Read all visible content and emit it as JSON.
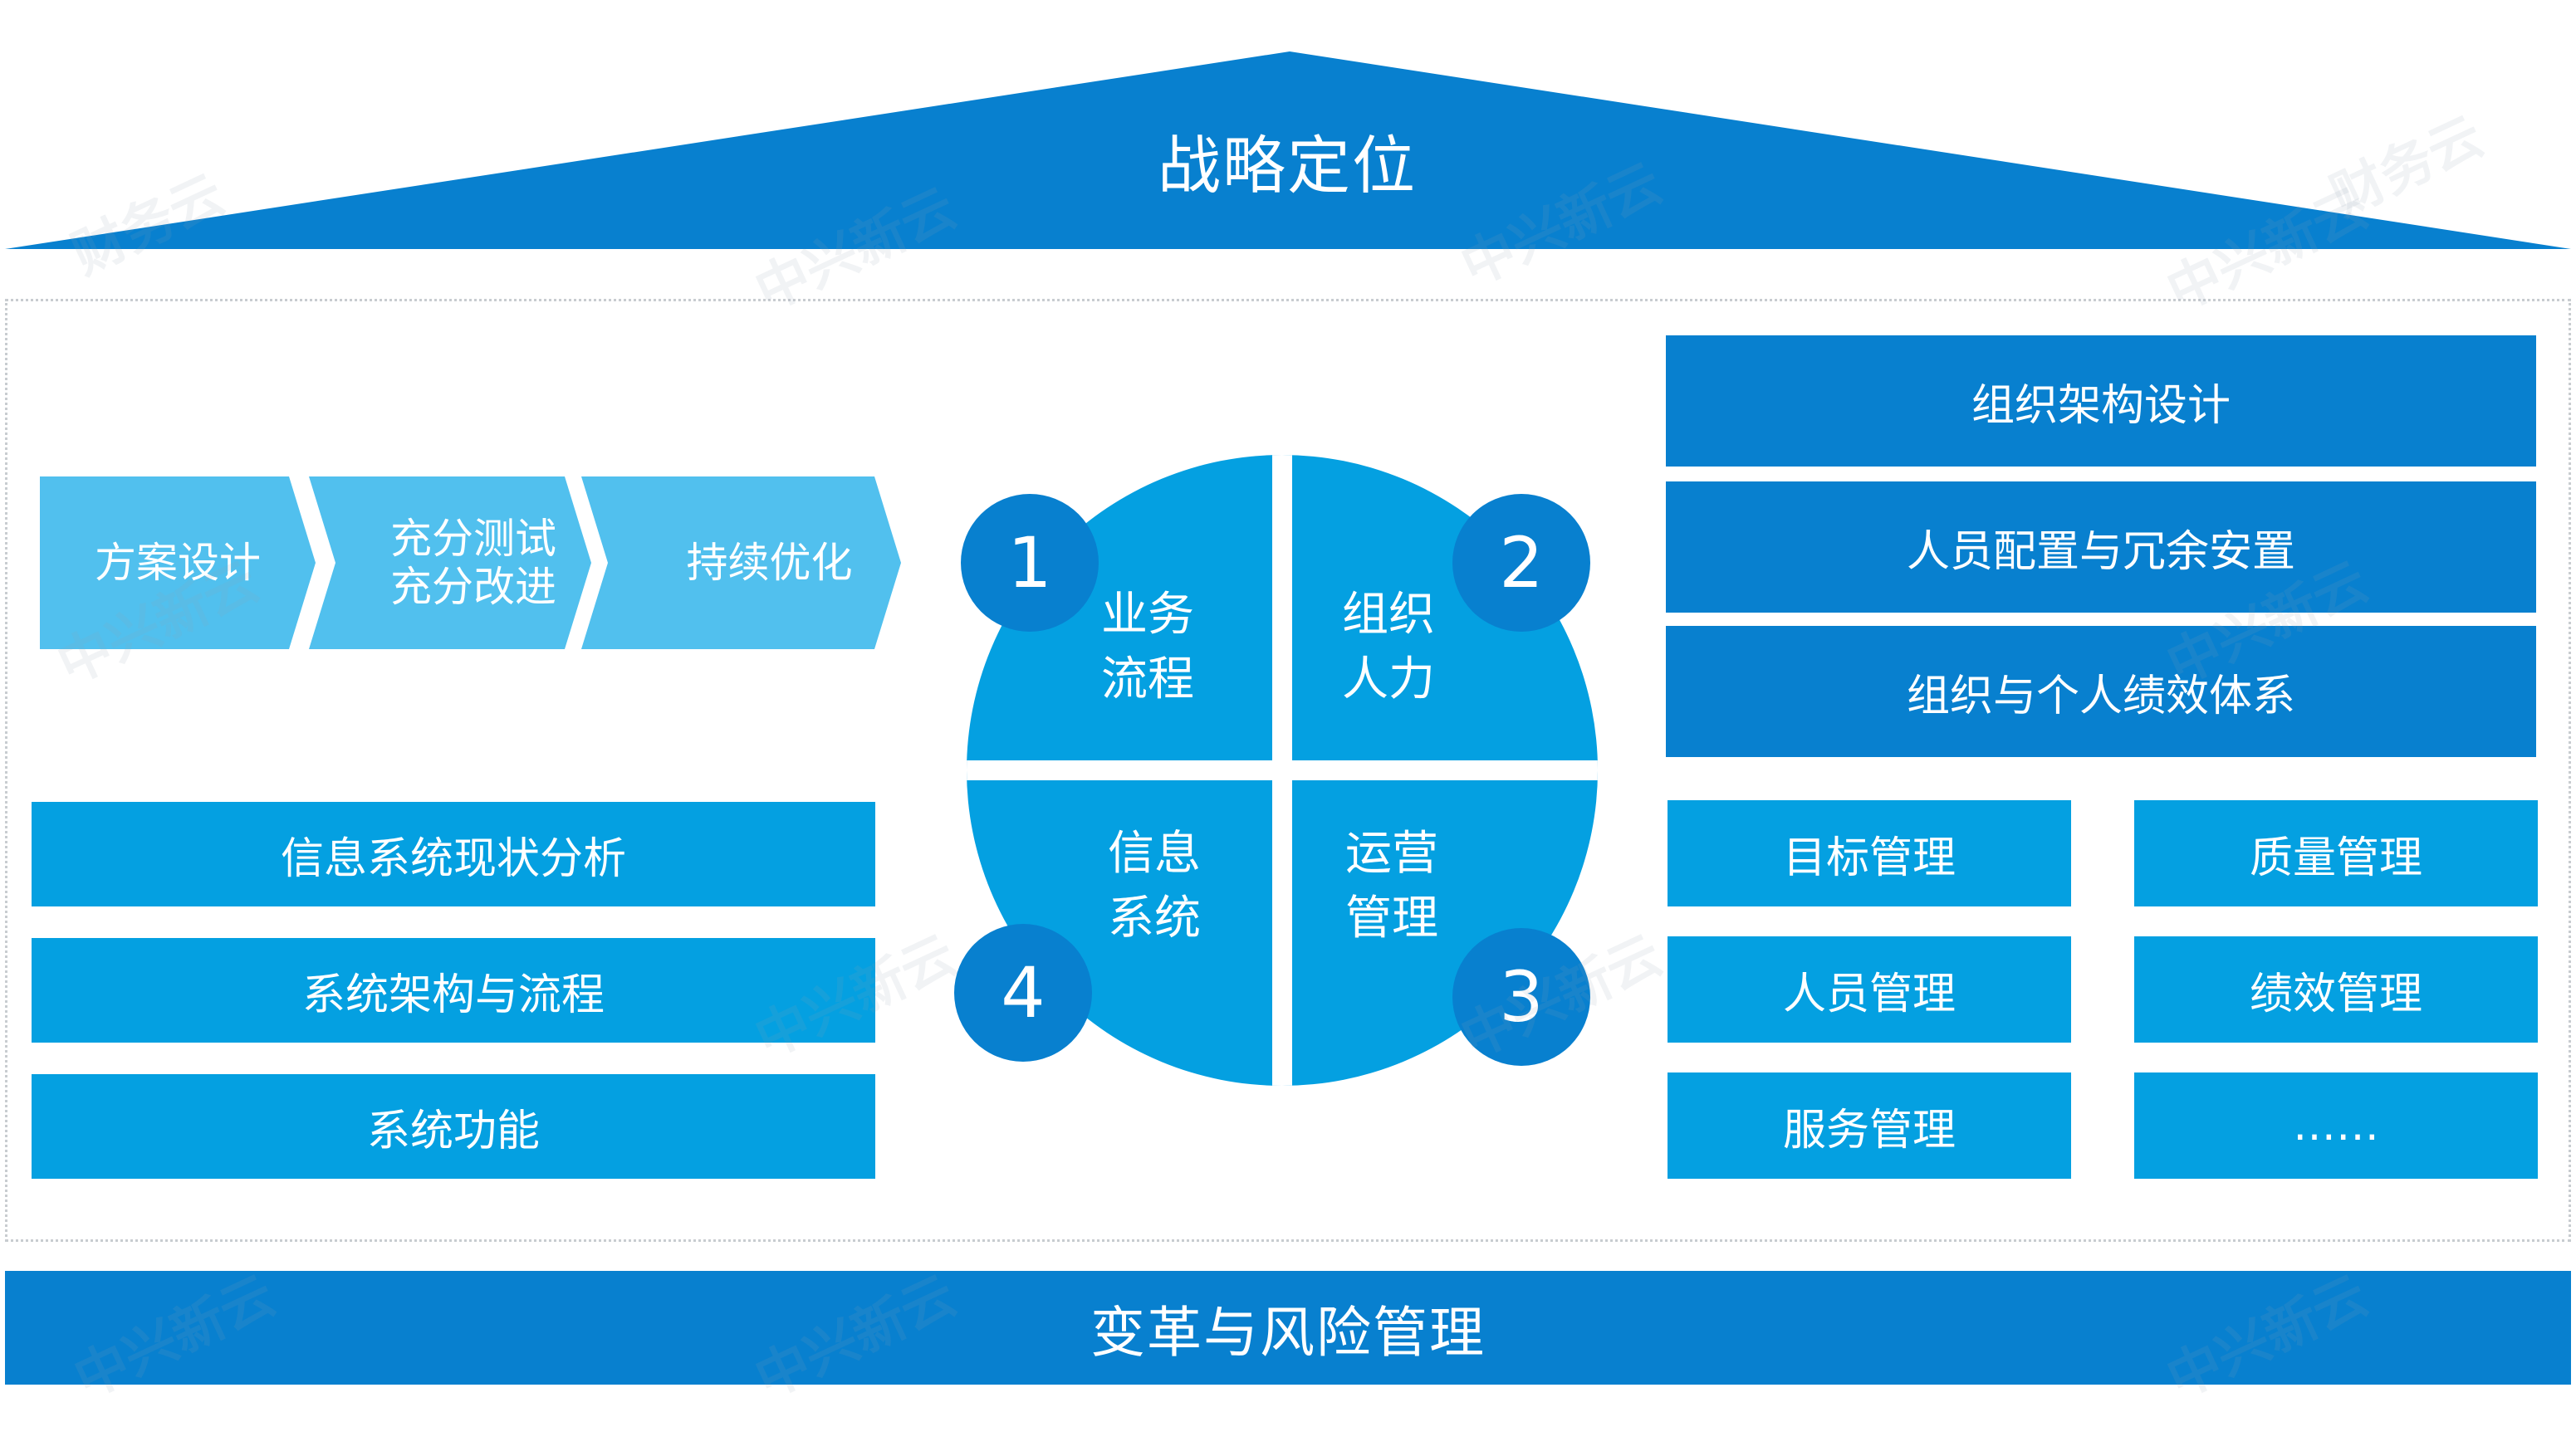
{
  "roof": {
    "title": "战略定位"
  },
  "process_arrows": [
    {
      "line1": "方案设计",
      "line2": ""
    },
    {
      "line1": "充分测试",
      "line2": "充分改进"
    },
    {
      "line1": "持续优化",
      "line2": ""
    }
  ],
  "left_boxes": [
    "信息系统现状分析",
    "系统架构与流程",
    "系统功能"
  ],
  "wheel": {
    "quadrants": [
      {
        "number": "1",
        "line1": "业务",
        "line2": "流程"
      },
      {
        "number": "2",
        "line1": "组织",
        "line2": "人力"
      },
      {
        "number": "3",
        "line1": "运营",
        "line2": "管理"
      },
      {
        "number": "4",
        "line1": "信息",
        "line2": "系统"
      }
    ]
  },
  "right_wide_boxes": [
    "组织架构设计",
    "人员配置与冗余安置",
    "组织与个人绩效体系"
  ],
  "right_grid": [
    "目标管理",
    "质量管理",
    "人员管理",
    "绩效管理",
    "服务管理",
    "……"
  ],
  "base": {
    "title": "变革与风险管理"
  },
  "watermark": {
    "brand": "中兴新云",
    "product": "财务云"
  },
  "colors": {
    "dark_blue": "#0880cf",
    "mid_blue": "#04a0e1",
    "light_blue": "#51c0ee"
  }
}
